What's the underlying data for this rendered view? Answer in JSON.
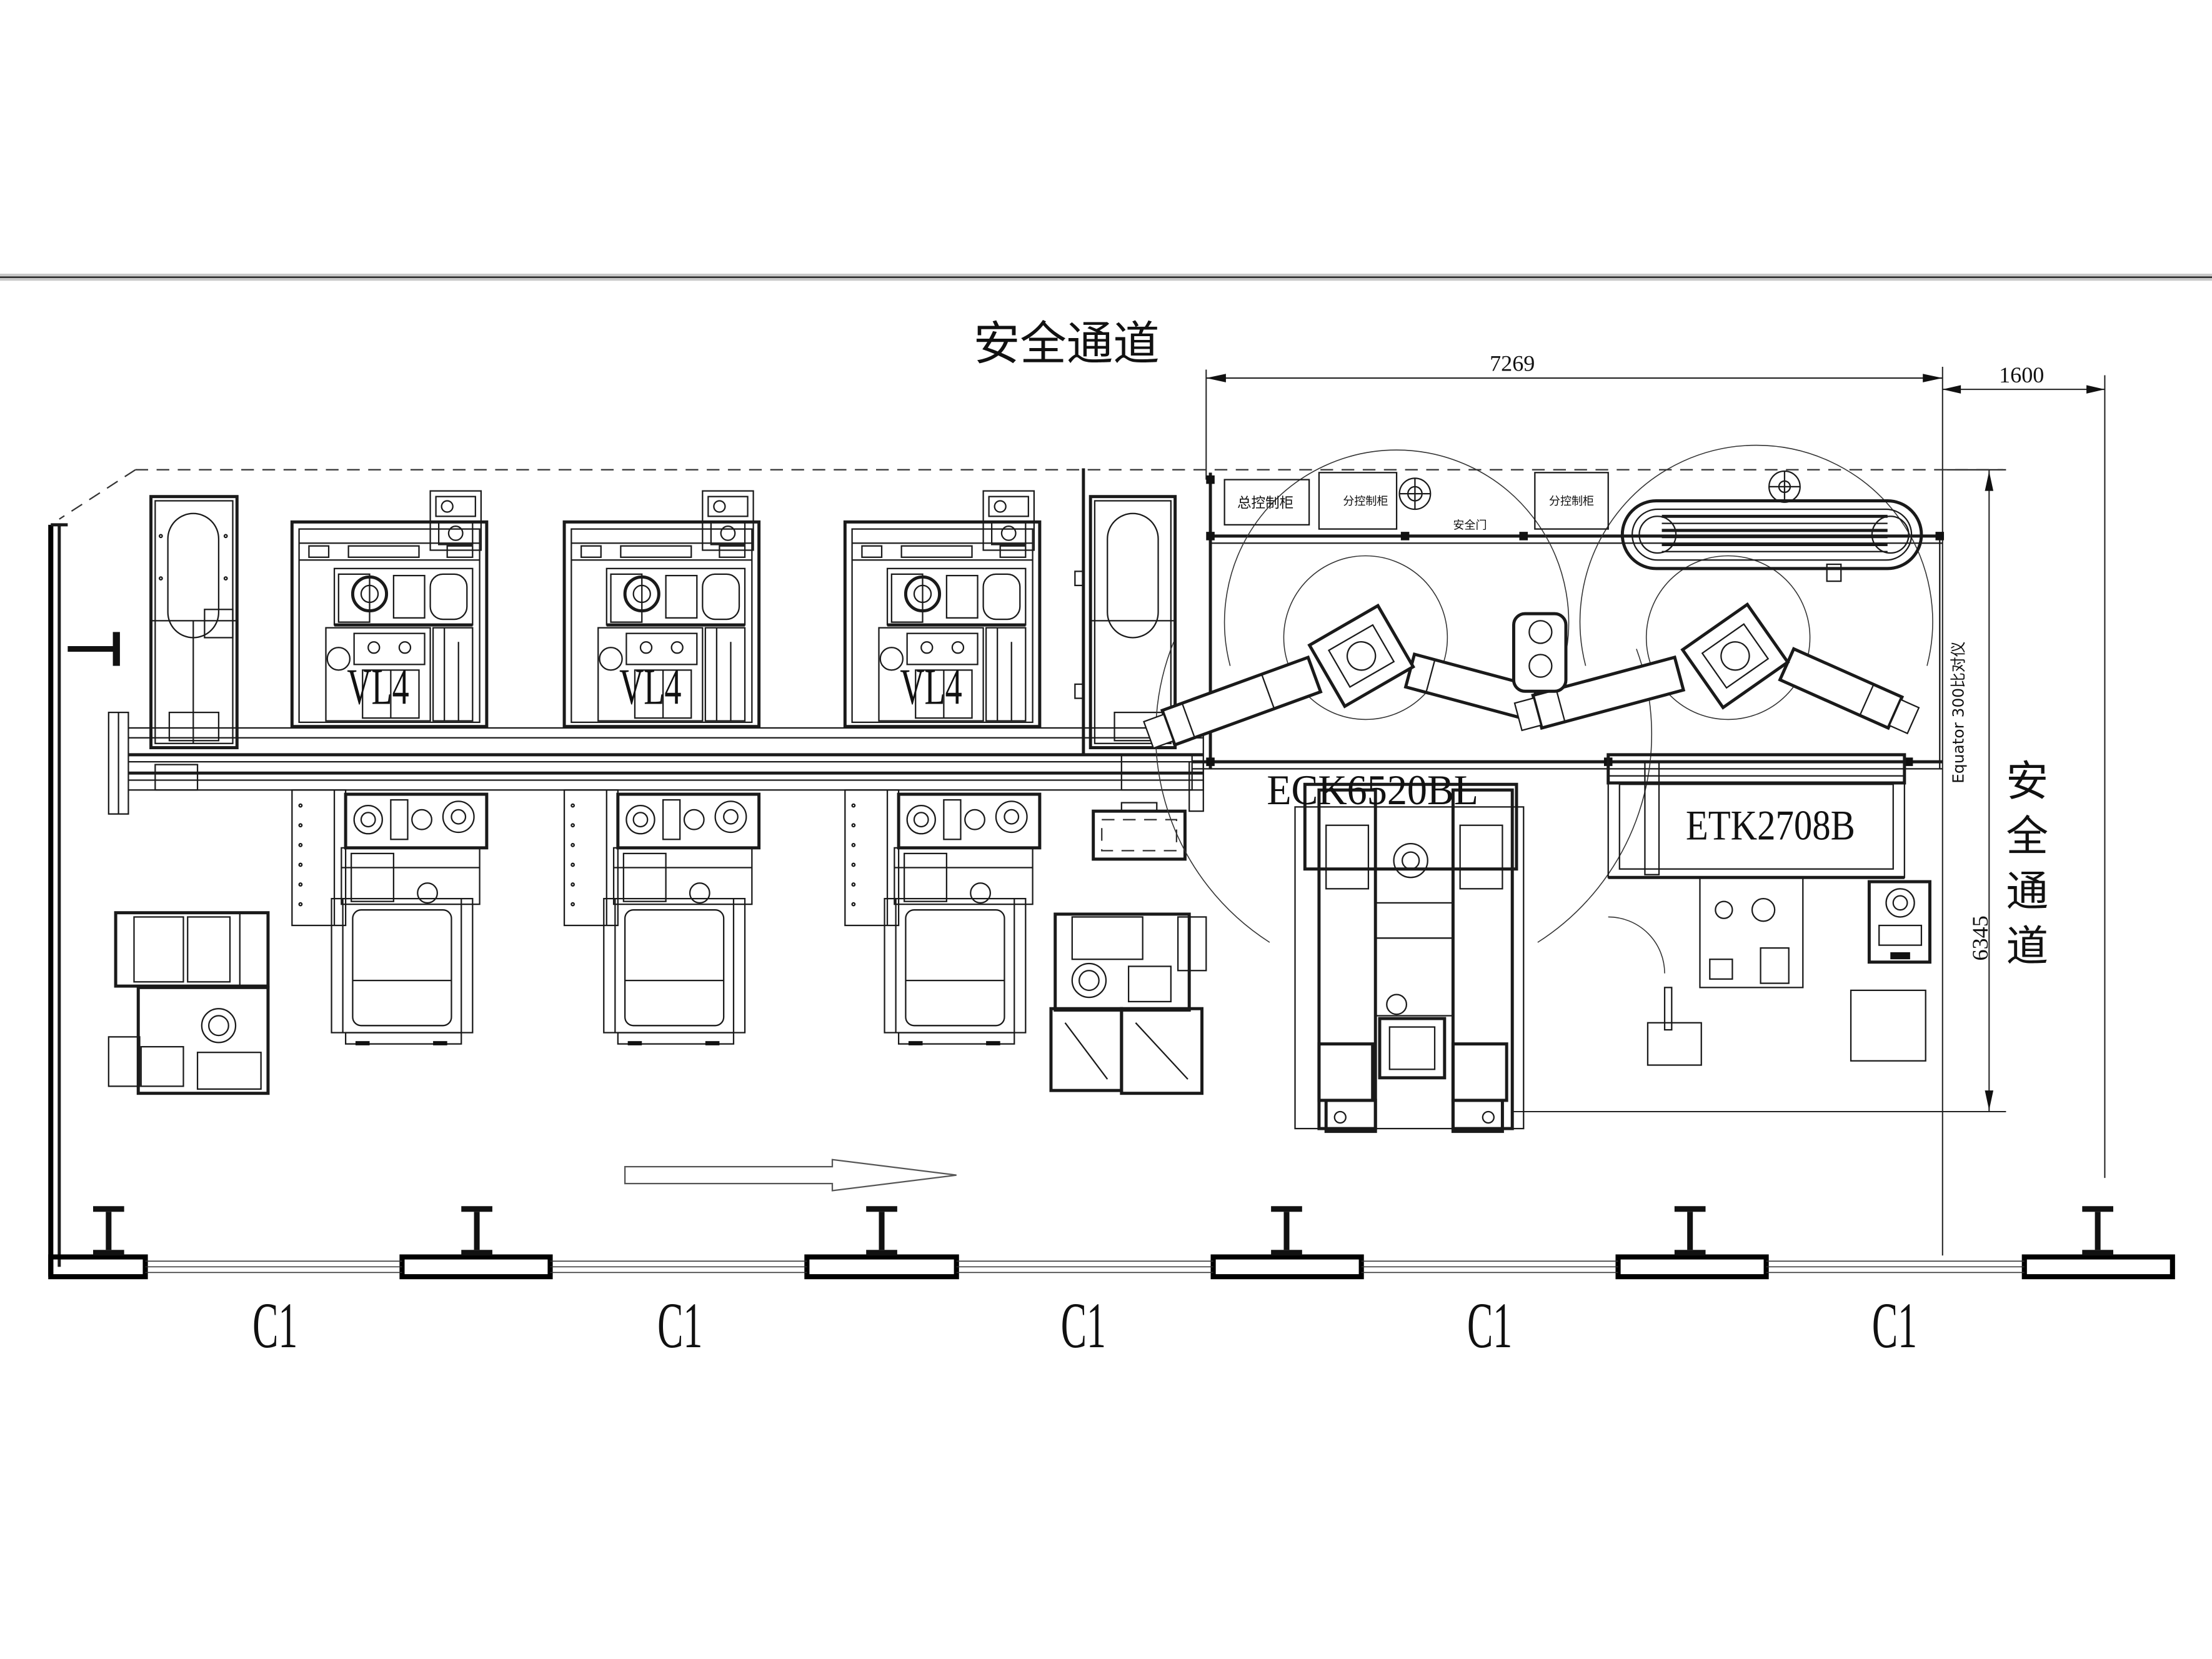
{
  "title": "安全通道",
  "side_label": "安全通道",
  "dimensions": {
    "cell_width": "7269",
    "passage_width": "1600",
    "cell_depth": "6345"
  },
  "machines": {
    "vl4": [
      "VL4",
      "VL4",
      "VL4"
    ],
    "eck": "ECK6520BL",
    "etk": "ETK2708B",
    "equator": "Equator 300比对仪"
  },
  "cabinets": {
    "main": "总控制柜",
    "sub": [
      "分控制柜",
      "分控制柜"
    ],
    "door": "安全门"
  },
  "bays": [
    "C1",
    "C1",
    "C1",
    "C1",
    "C1"
  ]
}
